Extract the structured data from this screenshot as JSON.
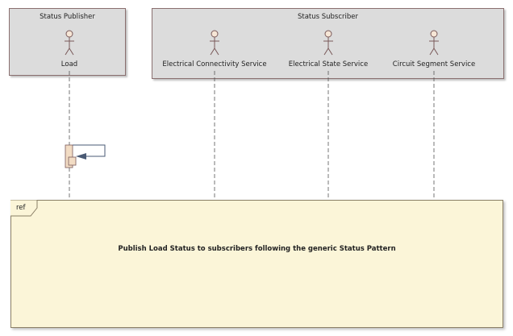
{
  "groups": {
    "publisher": {
      "title": "Status Publisher"
    },
    "subscriber": {
      "title": "Status Subscriber"
    }
  },
  "lifelines": [
    {
      "label": "Load"
    },
    {
      "label": "Electrical Connectivity Service"
    },
    {
      "label": "Electrical State Service"
    },
    {
      "label": "Circuit Segment Service"
    }
  ],
  "ref": {
    "tag": "ref",
    "message": "Publish Load Status to subscribers following the generic Status Pattern"
  },
  "colors": {
    "group_fill": "#dcdcdc",
    "ref_fill": "#fbf5d8",
    "activation_fill": "#f2dcc4",
    "arrow": "#4a5a74"
  }
}
